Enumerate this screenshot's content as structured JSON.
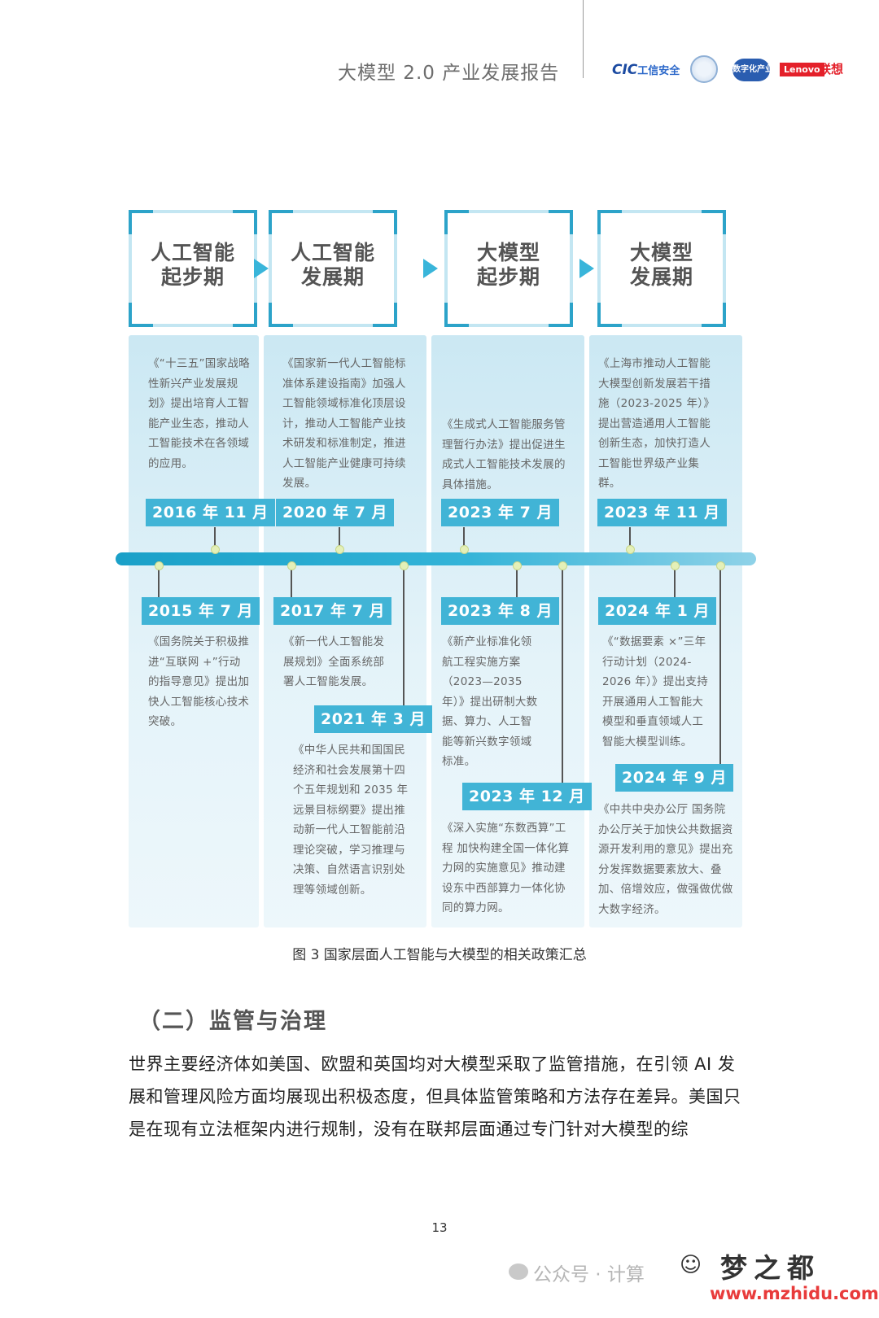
{
  "header": {
    "title": "大模型 2.0 产业发展报告",
    "logos": {
      "cic_mark": "CIC",
      "cic_name": "工信安全",
      "shuzi_name": "数字化产业",
      "lenovo": "Lenovo",
      "lianxiang": "联想"
    }
  },
  "phases": [
    {
      "line1": "人工智能",
      "line2": "起步期"
    },
    {
      "line1": "人工智能",
      "line2": "发展期"
    },
    {
      "line1": "大模型",
      "line2": "起步期"
    },
    {
      "line1": "大模型",
      "line2": "发展期"
    }
  ],
  "upper_events": [
    {
      "date": "2016 年 11 月",
      "text": "《“十三五”国家战略性新兴产业发展规划》提出培育人工智能产业生态，推动人工智能技术在各领域的应用。"
    },
    {
      "date": "2020 年 7 月",
      "text": "《国家新一代人工智能标准体系建设指南》加强人工智能领域标准化顶层设计，推动人工智能产业技术研发和标准制定，推进人工智能产业健康可持续发展。"
    },
    {
      "date": "2023 年 7 月",
      "text": "《生成式人工智能服务管理暂行办法》提出促进生成式人工智能技术发展的具体措施。"
    },
    {
      "date": "2023 年 11 月",
      "text": "《上海市推动人工智能大模型创新发展若干措施（2023-2025 年）》提出营造通用人工智能创新生态，加快打造人工智能世界级产业集群。"
    }
  ],
  "lower_events": [
    {
      "date": "2015 年 7 月",
      "text": "《国务院关于积极推进“互联网 +”行动的指导意见》提出加快人工智能核心技术突破。"
    },
    {
      "date": "2017 年 7 月",
      "text": "《新一代人工智能发展规划》全面系统部署人工智能发展。"
    },
    {
      "date": "2021 年 3 月",
      "text": "《中华人民共和国国民经济和社会发展第十四个五年规划和 2035 年远景目标纲要》提出推动新一代人工智能前沿理论突破，学习推理与决策、自然语言识别处理等领域创新。"
    },
    {
      "date": "2023 年 8 月",
      "text": "《新产业标准化领航工程实施方案（2023—2035 年）》提出研制大数据、算力、人工智能等新兴数字领域标准。"
    },
    {
      "date": "2023 年 12 月",
      "text": "《深入实施“东数西算”工程 加快构建全国一体化算力网的实施意见》推动建设东中西部算力一体化协同的算力网。"
    },
    {
      "date": "2024 年 1 月",
      "text": "《“数据要素 ×”三年行动计划（2024-2026 年）》提出支持开展通用人工智能大模型和垂直领域人工智能大模型训练。"
    },
    {
      "date": "2024 年 9 月",
      "text": "《中共中央办公厅 国务院办公厅关于加快公共数据资源开发利用的意见》提出充分发挥数据要素放大、叠加、倍增效应，做强做优做大数字经济。"
    }
  ],
  "caption": "图 3  国家层面人工智能与大模型的相关政策汇总",
  "section_heading": "（二）监管与治理",
  "paragraph": "世界主要经济体如美国、欧盟和英国均对大模型采取了监管措施，在引领 AI 发展和管理风险方面均展现出积极态度，但具体监管策略和方法存在差异。美国只是在现有立法框架内进行规制，没有在联邦层面通过专门针对大模型的综",
  "page_number": "13",
  "watermark": {
    "account": "公众号 · 计算",
    "brand": "梦之都",
    "url": "www.mzhidu.com"
  },
  "colors": {
    "accent": "#41b4d6",
    "timeline": "#1aa0c8",
    "panel": "#d6eef6"
  }
}
